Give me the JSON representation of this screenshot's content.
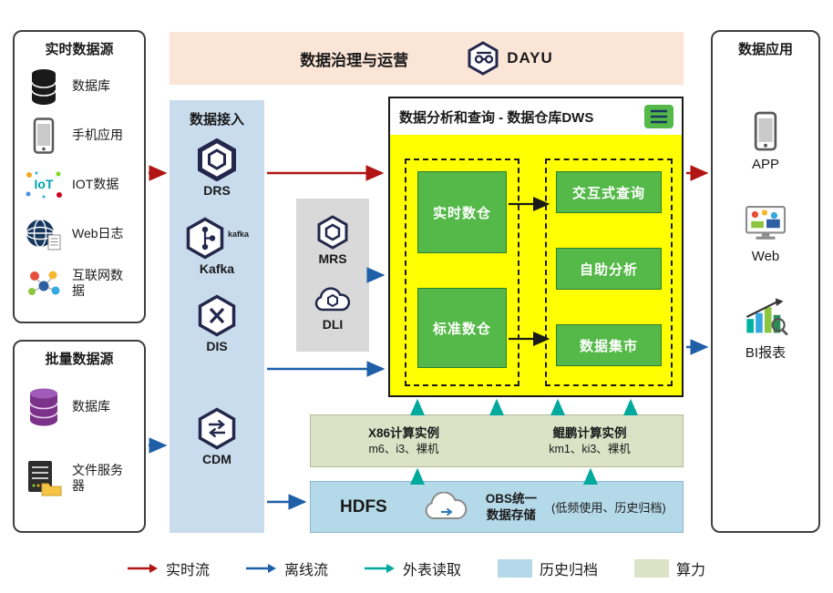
{
  "colors": {
    "realtime_flow": "#b01513",
    "offline_flow": "#1f5fa8",
    "external_read": "#00a99d",
    "warehouse_bg": "#ffff00",
    "node_green": "#54b948",
    "ingestion_bg": "#c9dcee",
    "processing_bg": "#d9d9d9",
    "governance_bg": "#fbe5d6",
    "compute_bg": "#dbe2c6",
    "storage_bg": "#b4d9e8"
  },
  "governance": {
    "title": "数据治理与运营",
    "product": "DAYU",
    "icon": "dayu-hexagon-icon"
  },
  "realtime_sources": {
    "title": "实时数据源",
    "items": [
      {
        "label": "数据库",
        "icon": "database-icon"
      },
      {
        "label": "手机应用",
        "icon": "mobile-app-icon"
      },
      {
        "label": "IOT数据",
        "icon": "iot-icon"
      },
      {
        "label": "Web日志",
        "icon": "web-log-globe-icon"
      },
      {
        "label": "互联网数据",
        "icon": "internet-data-icon"
      }
    ]
  },
  "batch_sources": {
    "title": "批量数据源",
    "items": [
      {
        "label": "数据库",
        "icon": "database-purple-icon"
      },
      {
        "label": "文件服务器",
        "icon": "file-server-icon"
      }
    ]
  },
  "ingestion": {
    "title": "数据接入",
    "kafka_mark": "kafka",
    "items": [
      {
        "label": "DRS",
        "icon": "drs-hexagon-icon"
      },
      {
        "label": "Kafka",
        "icon": "kafka-hexagon-icon"
      },
      {
        "label": "DIS",
        "icon": "dis-hexagon-icon"
      },
      {
        "label": "CDM",
        "icon": "cdm-hexagon-icon"
      }
    ]
  },
  "processing": {
    "items": [
      {
        "label": "MRS",
        "icon": "mrs-hexagon-icon"
      },
      {
        "label": "DLI",
        "icon": "dli-cloud-icon"
      }
    ]
  },
  "warehouse": {
    "title": "数据分析和查询 - 数据仓库DWS",
    "icon": "dws-icon",
    "left_nodes": [
      {
        "label": "实时数仓"
      },
      {
        "label": "标准数仓"
      }
    ],
    "right_nodes": [
      {
        "label": "交互式查询"
      },
      {
        "label": "自助分析"
      },
      {
        "label": "数据集市"
      }
    ]
  },
  "compute": {
    "left": {
      "title": "X86计算实例",
      "spec": "m6、i3、裸机"
    },
    "right": {
      "title": "鲲鹏计算实例",
      "spec": "km1、ki3、裸机"
    }
  },
  "storage": {
    "hdfs": "HDFS",
    "icon": "obs-cloud-icon",
    "obs_line1": "OBS统一",
    "obs_line2": "数据存储",
    "note": "(低频使用、历史归档)"
  },
  "applications": {
    "title": "数据应用",
    "items": [
      {
        "label": "APP",
        "icon": "app-phone-icon"
      },
      {
        "label": "Web",
        "icon": "web-monitor-icon"
      },
      {
        "label": "BI报表",
        "icon": "bi-report-icon"
      }
    ]
  },
  "legend": {
    "items": [
      {
        "label": "实时流",
        "marker": "arrow",
        "color": "#b01513"
      },
      {
        "label": "离线流",
        "marker": "arrow",
        "color": "#1f5fa8"
      },
      {
        "label": "外表读取",
        "marker": "arrow",
        "color": "#00a99d"
      },
      {
        "label": "历史归档",
        "marker": "swatch",
        "color": "#b4d9e8"
      },
      {
        "label": "算力",
        "marker": "swatch",
        "color": "#dbe2c6"
      }
    ]
  }
}
